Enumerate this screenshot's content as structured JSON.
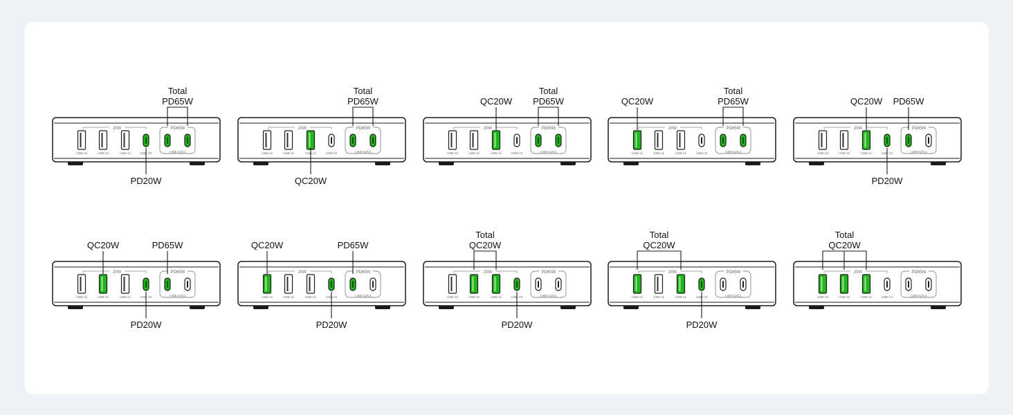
{
  "colors": {
    "background": "#eef2f6",
    "card": "#ffffff",
    "outline": "#1a1a1a",
    "active_port": "#22b51c",
    "guide": "#888888",
    "small_text": "#666666"
  },
  "charger": {
    "group_label_20w": "20W",
    "group_label_pd65w": "PD65W",
    "port_labels": [
      "USB A3",
      "USB A2",
      "USB A1",
      "USB C3"
    ],
    "c_group_label": "USB-C2/C1"
  },
  "configs": [
    {
      "id": "c1",
      "active": [
        false,
        false,
        false,
        true,
        true,
        true
      ],
      "labels": [
        {
          "style": "bracket",
          "over": [
            4,
            5
          ],
          "lines": [
            "Total",
            "PD65W"
          ]
        },
        {
          "style": "below",
          "port": 3,
          "lines": [
            "PD20W"
          ]
        }
      ]
    },
    {
      "id": "c2",
      "active": [
        false,
        false,
        true,
        false,
        true,
        true
      ],
      "labels": [
        {
          "style": "bracket",
          "over": [
            4,
            5
          ],
          "lines": [
            "Total",
            "PD65W"
          ]
        },
        {
          "style": "below",
          "port": 2,
          "lines": [
            "QC20W"
          ]
        }
      ]
    },
    {
      "id": "c3",
      "active": [
        false,
        false,
        true,
        false,
        true,
        true
      ],
      "labels": [
        {
          "style": "bracket",
          "over": [
            4,
            5
          ],
          "lines": [
            "Total",
            "PD65W"
          ]
        },
        {
          "style": "above",
          "port": 2,
          "lines": [
            "QC20W"
          ]
        }
      ]
    },
    {
      "id": "c4",
      "active": [
        true,
        false,
        false,
        false,
        true,
        true
      ],
      "labels": [
        {
          "style": "bracket",
          "over": [
            4,
            5
          ],
          "lines": [
            "Total",
            "PD65W"
          ]
        },
        {
          "style": "above",
          "port": 0,
          "lines": [
            "QC20W"
          ]
        }
      ]
    },
    {
      "id": "c5",
      "active": [
        false,
        false,
        true,
        true,
        true,
        false
      ],
      "labels": [
        {
          "style": "above",
          "port": 2,
          "lines": [
            "QC20W"
          ]
        },
        {
          "style": "above",
          "port": 4,
          "lines": [
            "PD65W"
          ]
        },
        {
          "style": "below",
          "port": 3,
          "lines": [
            "PD20W"
          ]
        }
      ]
    },
    {
      "id": "c6",
      "active": [
        false,
        true,
        false,
        true,
        true,
        false
      ],
      "labels": [
        {
          "style": "above",
          "port": 1,
          "lines": [
            "QC20W"
          ]
        },
        {
          "style": "above",
          "port": 4,
          "lines": [
            "PD65W"
          ]
        },
        {
          "style": "below",
          "port": 3,
          "lines": [
            "PD20W"
          ]
        }
      ]
    },
    {
      "id": "c7",
      "active": [
        true,
        false,
        false,
        true,
        true,
        false
      ],
      "labels": [
        {
          "style": "above",
          "port": 0,
          "lines": [
            "QC20W"
          ]
        },
        {
          "style": "above",
          "port": 4,
          "lines": [
            "PD65W"
          ]
        },
        {
          "style": "below",
          "port": 3,
          "lines": [
            "PD20W"
          ]
        }
      ]
    },
    {
      "id": "c8",
      "active": [
        false,
        true,
        true,
        true,
        false,
        false
      ],
      "labels": [
        {
          "style": "bracket",
          "over": [
            1,
            2
          ],
          "lines": [
            "Total",
            "QC20W"
          ]
        },
        {
          "style": "below",
          "port": 3,
          "lines": [
            "PD20W"
          ]
        }
      ]
    },
    {
      "id": "c9",
      "active": [
        true,
        false,
        true,
        true,
        false,
        false
      ],
      "labels": [
        {
          "style": "bracket",
          "over": [
            0,
            2
          ],
          "lines": [
            "Total",
            "QC20W"
          ]
        },
        {
          "style": "below",
          "port": 3,
          "lines": [
            "PD20W"
          ]
        }
      ]
    },
    {
      "id": "c10",
      "active": [
        true,
        true,
        true,
        false,
        false,
        false
      ],
      "labels": [
        {
          "style": "bracket3",
          "over": [
            0,
            1,
            2
          ],
          "lines": [
            "Total",
            "QC20W"
          ]
        }
      ]
    }
  ]
}
